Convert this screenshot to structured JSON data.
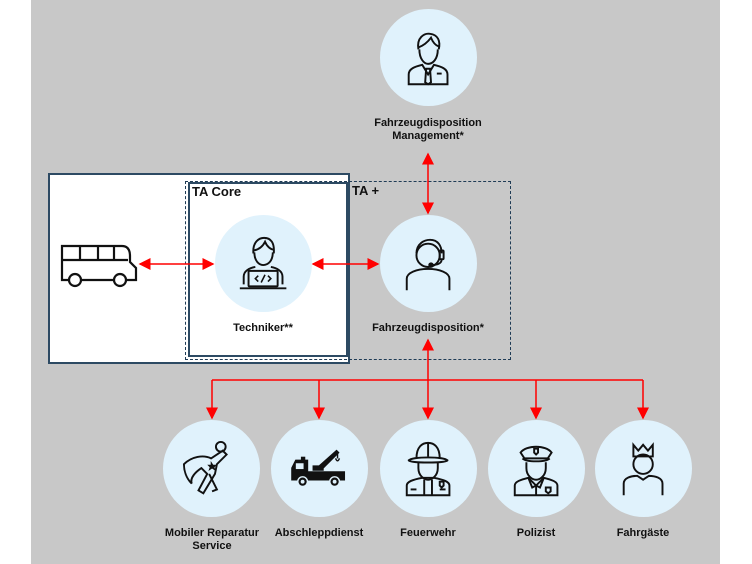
{
  "boxes": {
    "core_label": "TA Core",
    "plus_label": "TA +"
  },
  "nodes": {
    "management": {
      "label_line1": "Fahrzeugdisposition",
      "label_line2": "Management*",
      "icon": "businessman-icon"
    },
    "bus": {
      "icon": "bus-icon"
    },
    "techniker": {
      "label": "Techniker**",
      "icon": "developer-laptop-icon"
    },
    "disposition": {
      "label": "Fahrzeugdisposition*",
      "icon": "headset-operator-icon"
    },
    "mobiler": {
      "label_line1": "Mobiler Reparatur",
      "label_line2": "Service",
      "icon": "superhero-icon"
    },
    "abschlepp": {
      "label": "Abschleppdienst",
      "icon": "tow-truck-icon"
    },
    "feuerwehr": {
      "label": "Feuerwehr",
      "icon": "firefighter-icon"
    },
    "polizist": {
      "label": "Polizist",
      "icon": "police-officer-icon"
    },
    "fahrgaeste": {
      "label": "Fahrgäste",
      "icon": "crowned-person-icon"
    }
  },
  "colors": {
    "background": "#c8c8c8",
    "circle_fill": "#e0f2fc",
    "arrow": "#ff0000",
    "box_border": "#2d4a63"
  }
}
